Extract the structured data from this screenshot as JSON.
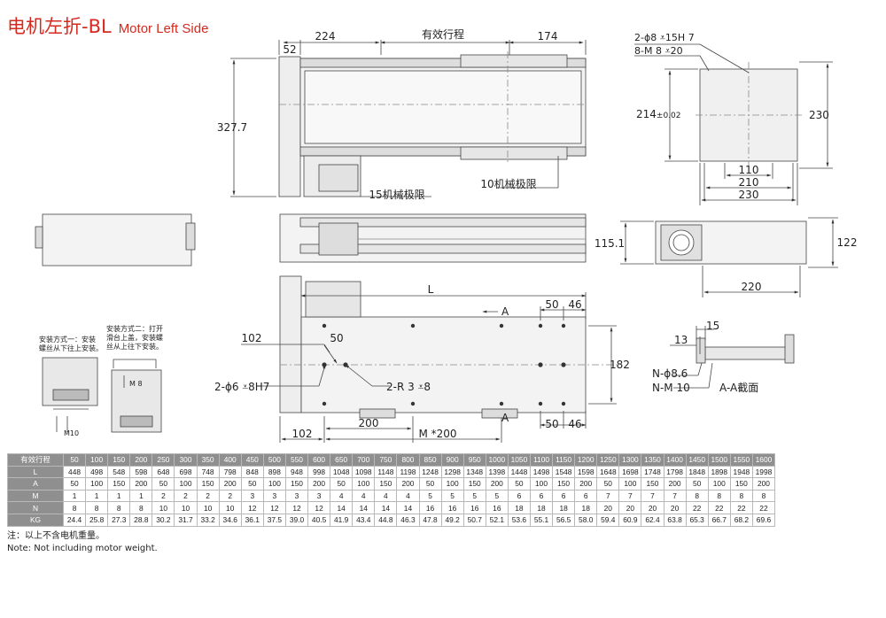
{
  "title": {
    "cn": "电机左折-BL",
    "en": "Motor Left Side"
  },
  "top_view": {
    "dim_224": "224",
    "dim_stroke": "有效行程",
    "dim_174": "174",
    "dim_52": "52",
    "dim_327": "327.7",
    "limit_15": "15机械极限",
    "limit_10": "10机械极限"
  },
  "end_view": {
    "holes_1": "2-ϕ8 ⩡15H 7",
    "holes_2": "8-M 8 ⩡20",
    "dim_214": "214",
    "dim_214_tol": "±0.02",
    "dim_230r": "230",
    "dim_110": "110",
    "dim_210": "210",
    "dim_230b": "230"
  },
  "side_view2": {
    "dim_115": "115.1",
    "dim_122": "122",
    "dim_220": "220"
  },
  "bottom_view": {
    "L": "L",
    "A_top": "A",
    "A_bot": "A",
    "dim_50a": "50",
    "dim_46a": "46",
    "dim_50b": "50",
    "dim_46b": "46",
    "dim_102a": "102",
    "dim_50c": "50",
    "dim_182": "182",
    "pin_holes": "2-ϕ6 ⩡8H7",
    "r_holes": "2-R 3 ⩡8",
    "dim_102b": "102",
    "dim_200": "200",
    "dim_m200": "M *200"
  },
  "section": {
    "dim_15": "15",
    "dim_13": "13",
    "n_holes": "N-ϕ8.6",
    "n_threads": "N-M 10",
    "title": "A-A截面"
  },
  "mount": {
    "m1_title": "安装方式一：安装螺丝从下往上安装。",
    "m1_label": "M10",
    "m2_title": "安装方式二：打开滑台上盖，安装螺丝从上往下安装。",
    "m2_label": "M 8"
  },
  "table": {
    "headers": [
      "有效行程",
      "L",
      "A",
      "M",
      "N",
      "KG"
    ],
    "stroke": [
      "50",
      "100",
      "150",
      "200",
      "250",
      "300",
      "350",
      "400",
      "450",
      "500",
      "550",
      "600",
      "650",
      "700",
      "750",
      "800",
      "850",
      "900",
      "950",
      "1000",
      "1050",
      "1100",
      "1150",
      "1200",
      "1250",
      "1300",
      "1350",
      "1400",
      "1450",
      "1500",
      "1550",
      "1600"
    ],
    "L": [
      "448",
      "498",
      "548",
      "598",
      "648",
      "698",
      "748",
      "798",
      "848",
      "898",
      "948",
      "998",
      "1048",
      "1098",
      "1148",
      "1198",
      "1248",
      "1298",
      "1348",
      "1398",
      "1448",
      "1498",
      "1548",
      "1598",
      "1648",
      "1698",
      "1748",
      "1798",
      "1848",
      "1898",
      "1948",
      "1998"
    ],
    "A": [
      "50",
      "100",
      "150",
      "200",
      "50",
      "100",
      "150",
      "200",
      "50",
      "100",
      "150",
      "200",
      "50",
      "100",
      "150",
      "200",
      "50",
      "100",
      "150",
      "200",
      "50",
      "100",
      "150",
      "200",
      "50",
      "100",
      "150",
      "200",
      "50",
      "100",
      "150",
      "200"
    ],
    "M": [
      "1",
      "1",
      "1",
      "1",
      "2",
      "2",
      "2",
      "2",
      "3",
      "3",
      "3",
      "3",
      "4",
      "4",
      "4",
      "4",
      "5",
      "5",
      "5",
      "5",
      "6",
      "6",
      "6",
      "6",
      "7",
      "7",
      "7",
      "7",
      "8",
      "8",
      "8",
      "8"
    ],
    "N": [
      "8",
      "8",
      "8",
      "8",
      "10",
      "10",
      "10",
      "10",
      "12",
      "12",
      "12",
      "12",
      "14",
      "14",
      "14",
      "14",
      "16",
      "16",
      "16",
      "16",
      "18",
      "18",
      "18",
      "18",
      "20",
      "20",
      "20",
      "20",
      "22",
      "22",
      "22",
      "22"
    ],
    "KG": [
      "24.4",
      "25.8",
      "27.3",
      "28.8",
      "30.2",
      "31.7",
      "33.2",
      "34.6",
      "36.1",
      "37.5",
      "39.0",
      "40.5",
      "41.9",
      "43.4",
      "44.8",
      "46.3",
      "47.8",
      "49.2",
      "50.7",
      "52.1",
      "53.6",
      "55.1",
      "56.5",
      "58.0",
      "59.4",
      "60.9",
      "62.4",
      "63.8",
      "65.3",
      "66.7",
      "68.2",
      "69.6"
    ]
  },
  "notes": {
    "cn": "注：以上不含电机重量。",
    "en": "Note: Not including motor weight."
  }
}
